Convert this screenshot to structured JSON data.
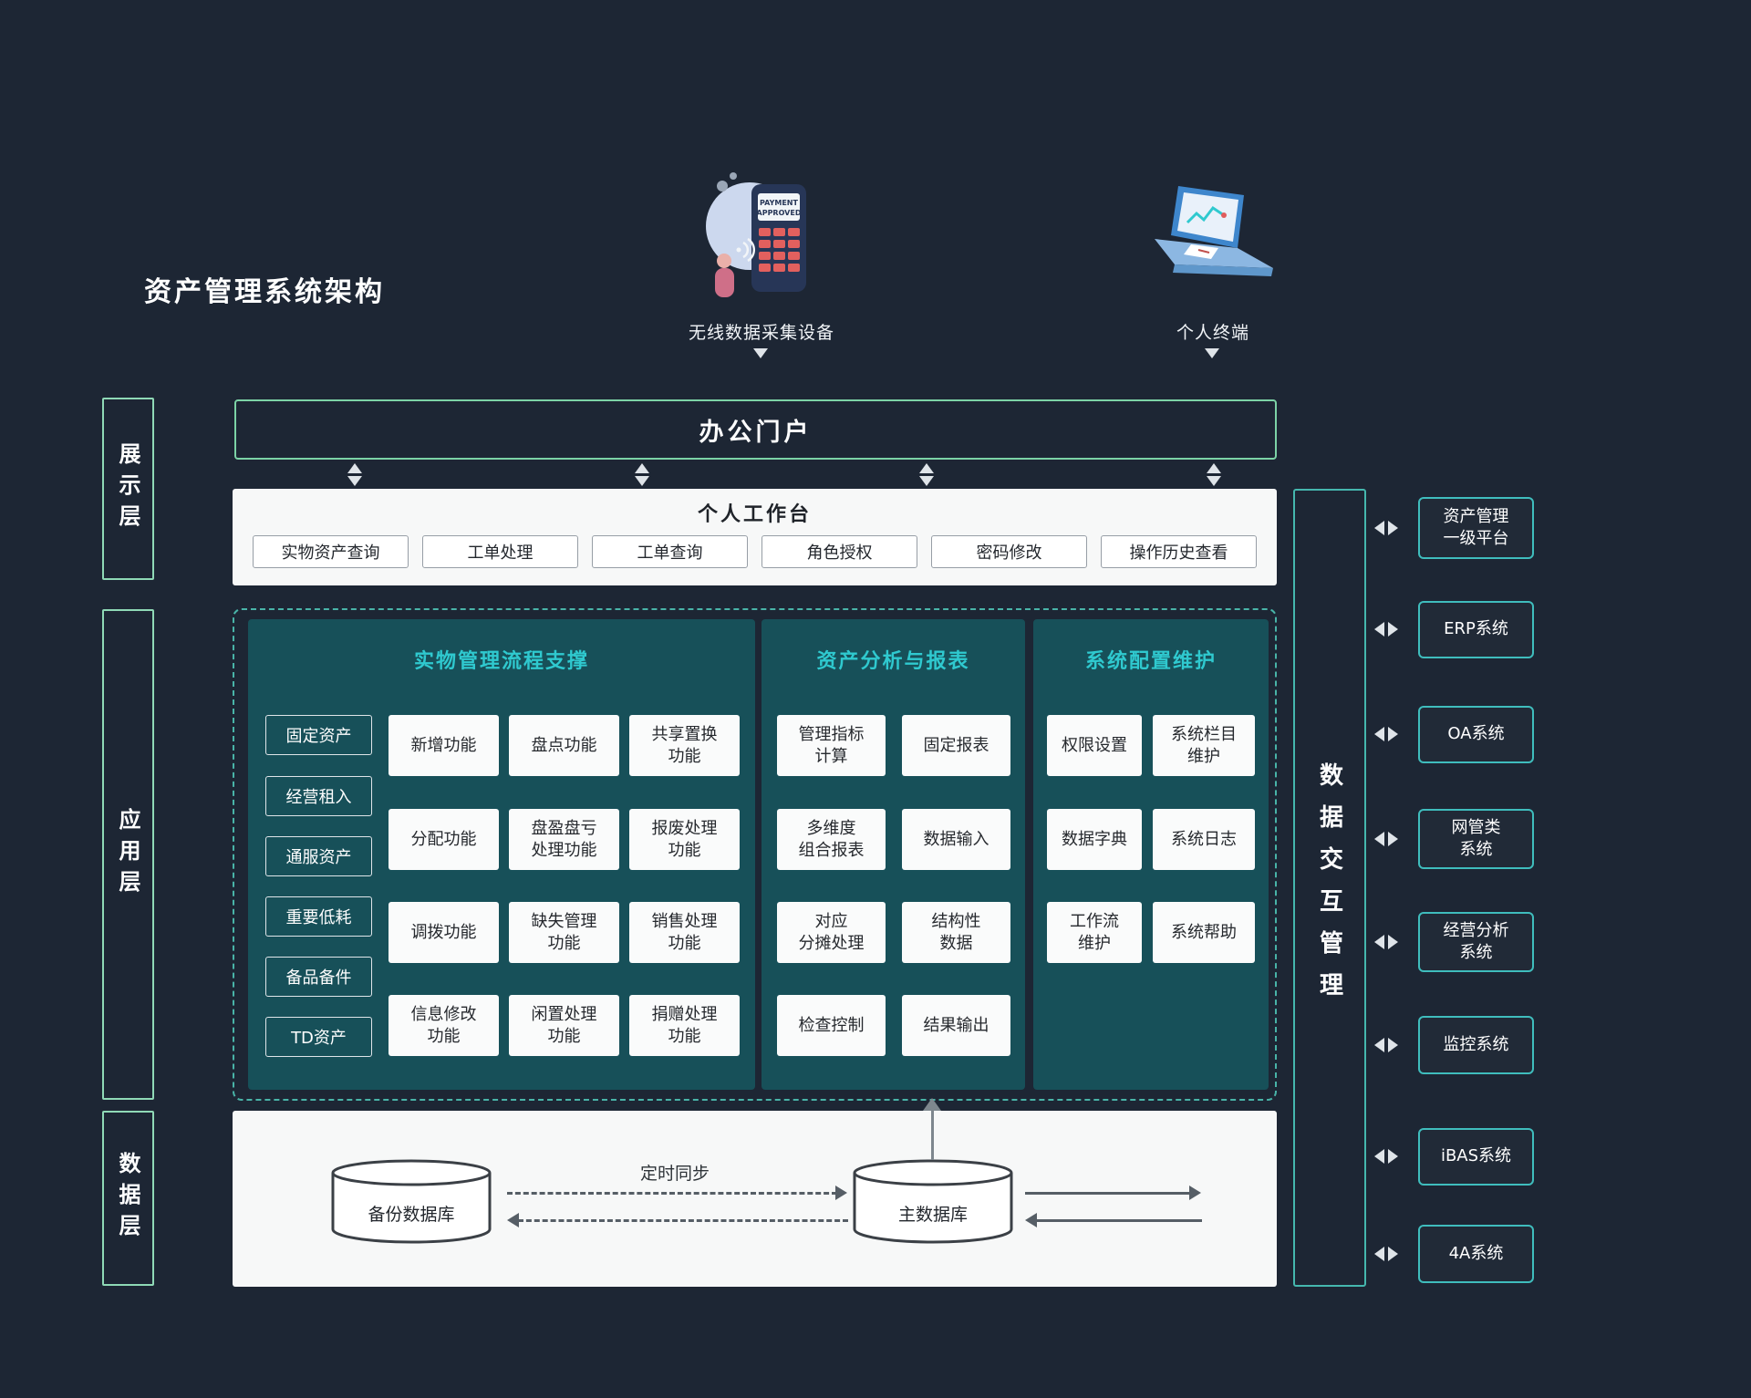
{
  "title": "资产管理系统架构",
  "devices": [
    {
      "label": "无线数据采集设备",
      "screen_line1": "PAYMENT",
      "screen_line2": "APPROVED"
    },
    {
      "label": "个人终端"
    }
  ],
  "layers": [
    {
      "label": "展示层"
    },
    {
      "label": "应用层"
    },
    {
      "label": "数据层"
    }
  ],
  "portal": {
    "title": "办公门户"
  },
  "workbench": {
    "title": "个人工作台",
    "items": [
      "实物资产查询",
      "工单处理",
      "工单查询",
      "角色授权",
      "密码修改",
      "操作历史查看"
    ]
  },
  "panels": [
    {
      "title": "实物管理流程支撑",
      "categories": [
        "固定资产",
        "经营租入",
        "通服资产",
        "重要低耗",
        "备品备件",
        "TD资产"
      ],
      "functions": [
        "新增功能",
        "盘点功能",
        "共享置换\n功能",
        "分配功能",
        "盘盈盘亏\n处理功能",
        "报废处理\n功能",
        "调拨功能",
        "缺失管理\n功能",
        "销售处理\n功能",
        "信息修改\n功能",
        "闲置处理\n功能",
        "捐赠处理\n功能"
      ]
    },
    {
      "title": "资产分析与报表",
      "functions": [
        "管理指标\n计算",
        "固定报表",
        "多维度\n组合报表",
        "数据输入",
        "对应\n分摊处理",
        "结构性\n数据",
        "检查控制",
        "结果输出"
      ]
    },
    {
      "title": "系统配置维护",
      "functions": [
        "权限设置",
        "系统栏目\n维护",
        "数据字典",
        "系统日志",
        "工作流\n维护",
        "系统帮助"
      ]
    }
  ],
  "data_layer": {
    "backup_db": "备份数据库",
    "main_db": "主数据库",
    "sync_label": "定时同步"
  },
  "interaction_bar": {
    "label": "数据交互管理"
  },
  "external_systems": [
    "资产管理\n一级平台",
    "ERP系统",
    "OA系统",
    "网管类\n系统",
    "经营分析\n系统",
    "监控系统",
    "iBAS系统",
    "4A系统"
  ],
  "colors": {
    "background": "#1d2634",
    "panel_teal": "#175059",
    "accent_green": "#7cd3a6",
    "accent_cyan": "#2fc9cf",
    "dashed_teal": "#49b4a8"
  }
}
